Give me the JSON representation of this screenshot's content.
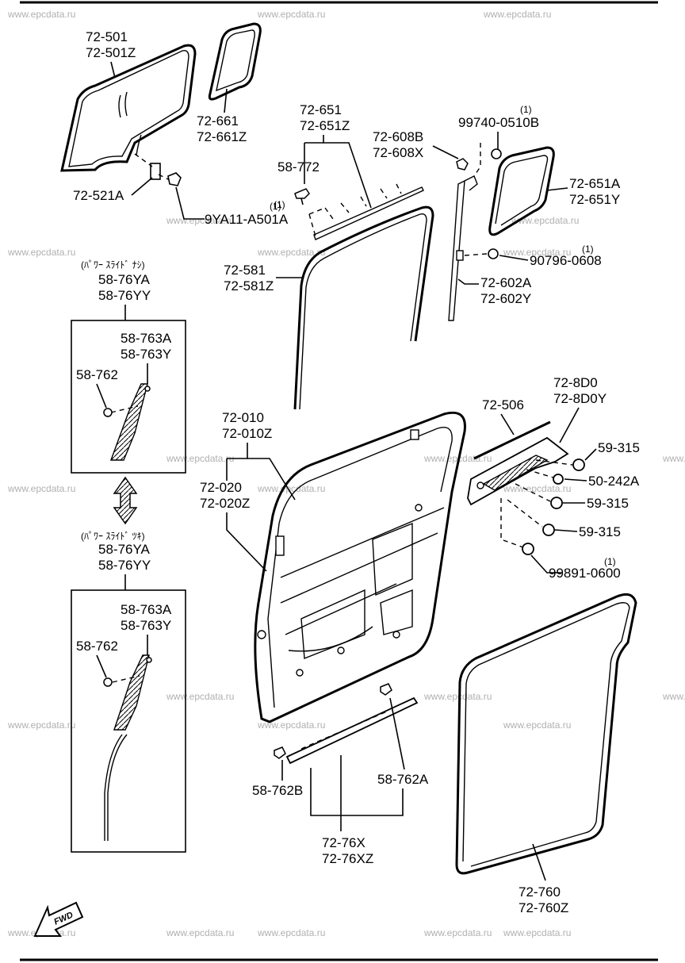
{
  "watermark": "www.epcdata.ru",
  "labels": {
    "p72_501": "72-501",
    "p72_501Z": "72-501Z",
    "p72_661": "72-661",
    "p72_661Z": "72-661Z",
    "p72_521A": "72-521A",
    "p9YA11_q": "(1)",
    "p9YA11": "9YA11-A501A",
    "p72_651": "72-651",
    "p72_651Z": "72-651Z",
    "p58_772": "58-772",
    "p72_608B": "72-608B",
    "p72_608X": "72-608X",
    "p99740_q": "(1)",
    "p99740": "99740-0510B",
    "p72_651A": "72-651A",
    "p72_651Y": "72-651Y",
    "p90796_q": "(1)",
    "p90796": "90796-0608",
    "p72_581": "72-581",
    "p72_581Z": "72-581Z",
    "p72_602A": "72-602A",
    "p72_602Y": "72-602Y",
    "note_top": "(ﾊﾟﾜｰ ｽﾗｲﾄﾞ ﾅｼ)",
    "p58_76YA_a": "58-76YA",
    "p58_76YY_a": "58-76YY",
    "p58_763A_a": "58-763A",
    "p58_763Y_a": "58-763Y",
    "p58_762_a": "58-762",
    "note_bottom": "(ﾊﾟﾜｰ ｽﾗｲﾄﾞ ﾂｷ)",
    "p58_76YA_b": "58-76YA",
    "p58_76YY_b": "58-76YY",
    "p58_763A_b": "58-763A",
    "p58_763Y_b": "58-763Y",
    "p58_762_b": "58-762",
    "p72_010": "72-010",
    "p72_010Z": "72-010Z",
    "p72_020": "72-020",
    "p72_020Z": "72-020Z",
    "p72_506": "72-506",
    "p72_8D0": "72-8D0",
    "p72_8D0Y": "72-8D0Y",
    "p59_315_a": "59-315",
    "p50_242A": "50-242A",
    "p59_315_b": "59-315",
    "p59_315_c": "59-315",
    "p99891_q": "(1)",
    "p99891": "99891-0600",
    "p58_762B": "58-762B",
    "p58_762A": "58-762A",
    "p72_76X": "72-76X",
    "p72_76XZ": "72-76XZ",
    "p72_760": "72-760",
    "p72_760Z": "72-760Z",
    "fwd": "FWD"
  }
}
